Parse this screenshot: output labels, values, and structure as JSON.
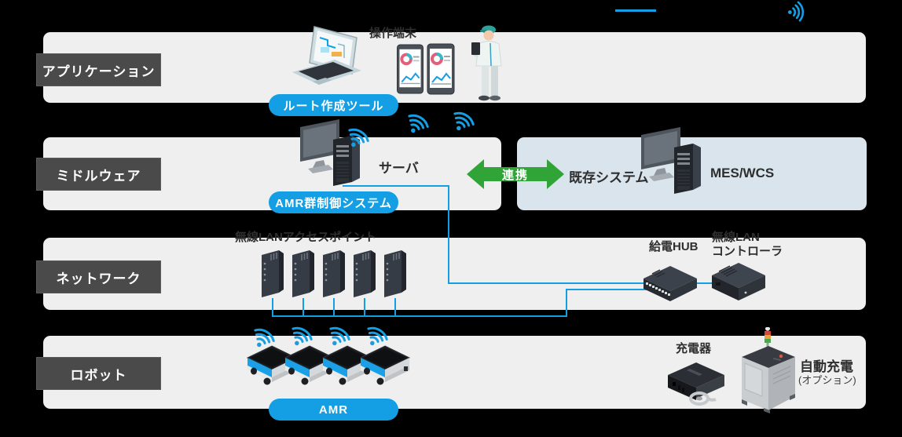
{
  "colors": {
    "background": "#000000",
    "band_gray": "#efefef",
    "band_info_blue": "#d9e4ec",
    "layer_label_bg": "#4a4a4a",
    "accent_blue": "#149fe4",
    "link_green": "#31a437",
    "text_dark": "#2e2e2e"
  },
  "layers": {
    "application": {
      "label": "アプリケーション"
    },
    "middleware": {
      "label": "ミドルウェア"
    },
    "network": {
      "label": "ネットワーク"
    },
    "robot": {
      "label": "ロボット"
    }
  },
  "application": {
    "route_tool_badge": "ルート作成ツール",
    "terminal_label": "操作端末"
  },
  "middleware": {
    "system_badge": "AMR群制御システム",
    "server_label": "サーバ",
    "link_label": "連携",
    "existing_system_label": "既存システム",
    "mes_label": "MES/WCS"
  },
  "network": {
    "ap_label": "無線LANアクセスポイント",
    "hub_label": "給電HUB",
    "controller_label_line1": "無線LAN",
    "controller_label_line2": "コントローラ"
  },
  "robot": {
    "amr_badge": "AMR",
    "charger_label": "充電器",
    "autocharge_label": "自動充電",
    "autocharge_note": "(オプション)"
  }
}
